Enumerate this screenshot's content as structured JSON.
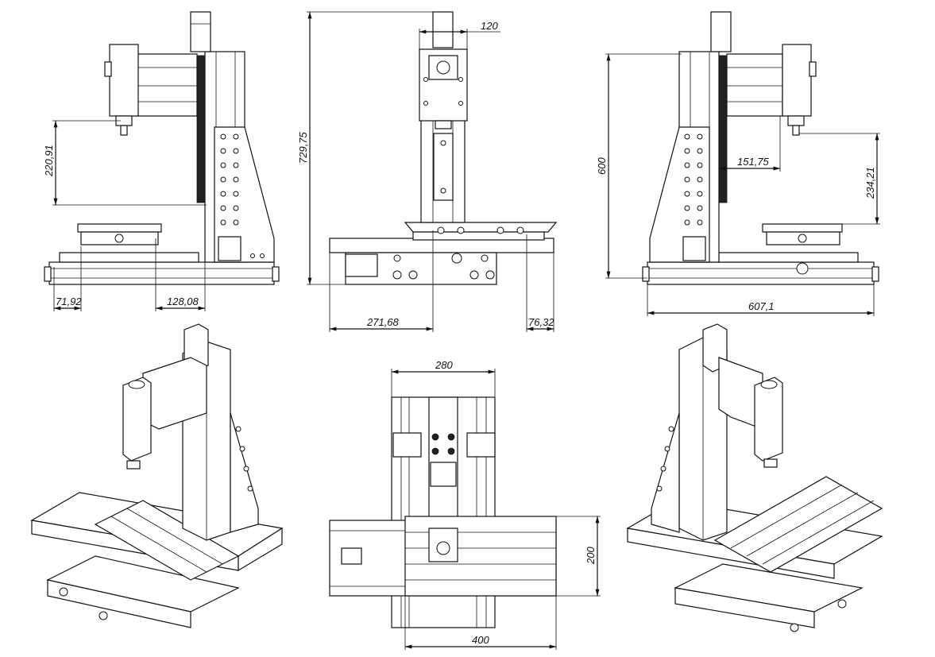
{
  "views": {
    "side_left": {
      "dims": {
        "spindle_to_table": "220,91",
        "overhang_left": "71,92",
        "column_offset": "128,08"
      }
    },
    "front": {
      "dims": {
        "spindle_width": "120",
        "total_height": "729,75",
        "x_offset": "271,68",
        "y_offset": "76,32"
      }
    },
    "side_right": {
      "dims": {
        "height_600": "600",
        "reach": "151,75",
        "spindle_to_table": "234,21",
        "base_length": "607,1"
      }
    },
    "top": {
      "dims": {
        "frame_width": "280",
        "table_depth": "200",
        "table_length": "400"
      }
    }
  },
  "colors": {
    "line": "#111111",
    "background": "#ffffff"
  }
}
